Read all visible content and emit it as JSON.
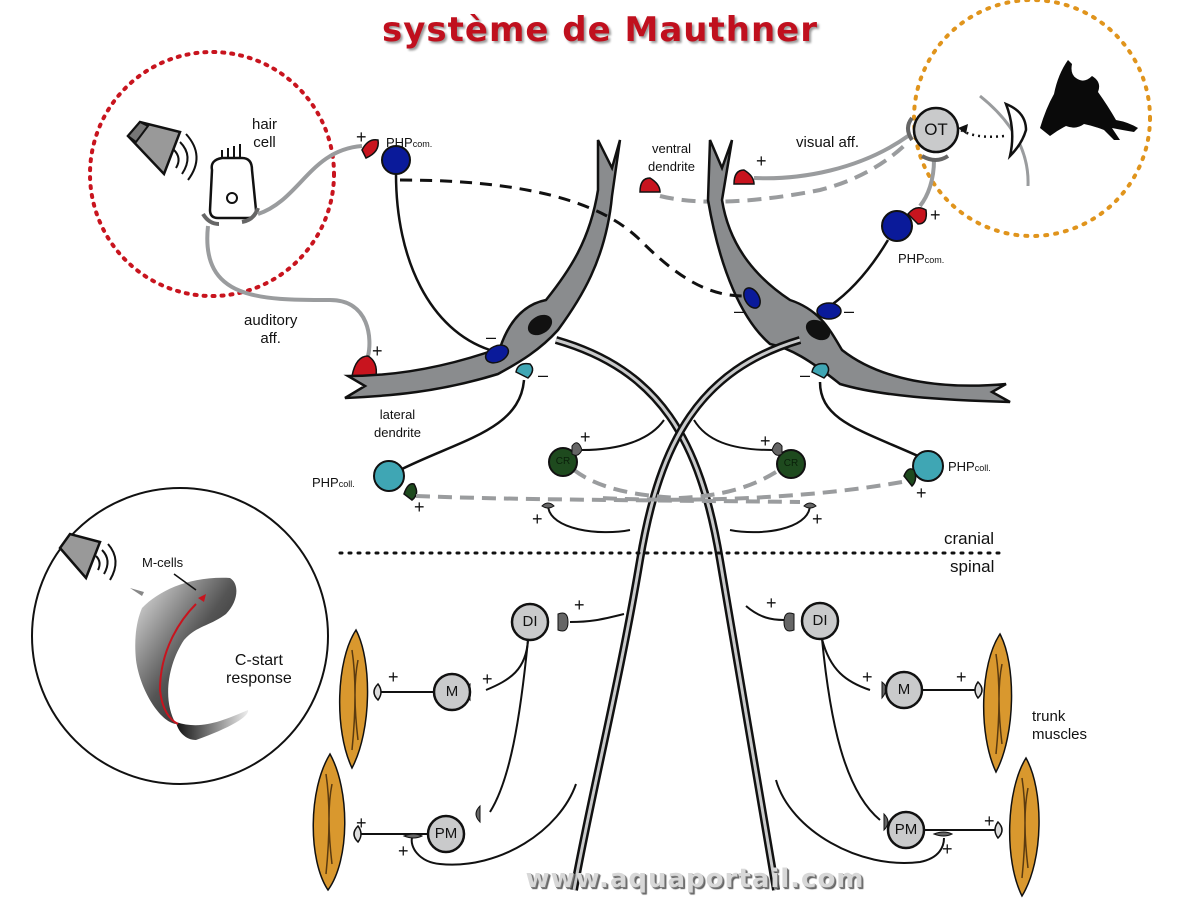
{
  "title": "système de Mauthner",
  "watermark": "www.aquaportail.com",
  "colors": {
    "title": "#c0101e",
    "excitatory_synapse": "#c8141e",
    "php_commissural": "#0a1a9a",
    "php_collateral": "#3fa6b4",
    "cranial_relay": "#1e4a1e",
    "mauthner_cell": "#8a8c8e",
    "muscle": "#d9982e",
    "auditory_ring": "#c8141e",
    "visual_ring": "#e0941c",
    "neuron_body": "#c9cacb"
  },
  "labels": {
    "hair_cell": "hair\ncell",
    "auditory_aff": "auditory\naff.",
    "visual_aff": "visual aff.",
    "ventral_dendrite": "ventral\ndendrite",
    "lateral_dendrite": "lateral\ndendrite",
    "php_com_left": "PHP",
    "php_com_left_sub": "com.",
    "php_com_right": "PHP",
    "php_com_right_sub": "com.",
    "php_coll_left": "PHP",
    "php_coll_left_sub": "coll.",
    "php_coll_right": "PHP",
    "php_coll_right_sub": "coll.",
    "cranial": "cranial",
    "spinal": "spinal",
    "m_cells": "M-cells",
    "c_start": "C-start\nresponse",
    "trunk_muscles": "trunk\nmuscles"
  },
  "nodes": {
    "ot": "OT",
    "cr_left": "CR",
    "cr_right": "CR",
    "di_left": "DI",
    "di_right": "DI",
    "m_left": "M",
    "m_right": "M",
    "pm_left": "PM",
    "pm_right": "PM"
  },
  "signs": {
    "plus": "+",
    "minus": "–"
  }
}
